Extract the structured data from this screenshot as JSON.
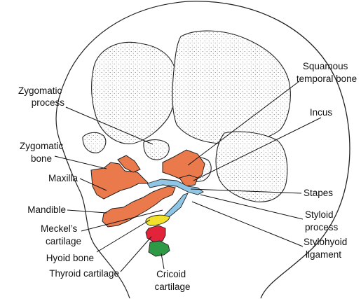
{
  "labels": {
    "zygomatic_process": [
      "Zygomatic",
      "process"
    ],
    "zygomatic_bone": [
      "Zygomatic",
      "bone"
    ],
    "maxilla": "Maxilla",
    "mandible": "Mandible",
    "meckels_cartilage": [
      "Meckel’s",
      "cartilage"
    ],
    "hyoid_bone": "Hyoid bone",
    "thyroid_cartilage": "Thyroid cartilage",
    "cricoid_cartilage": [
      "Cricoid",
      "cartilage"
    ],
    "squamous_temporal_bone": [
      "Squamous",
      "temporal bone"
    ],
    "incus": "Incus",
    "stapes": "Stapes",
    "styloid_process": [
      "Styloid",
      "process"
    ],
    "stylohyoid_ligament": [
      "Stylohyoid",
      "ligament"
    ]
  },
  "colors": {
    "bone_orange": "#ea7a4c",
    "stapes_blue": "#8fc6e6",
    "hyoid_yellow": "#f2e02a",
    "thyroid_red": "#e2243a",
    "cricoid_green": "#2f9a45",
    "outline": "#1a1a1a",
    "stipple": "#555555"
  }
}
